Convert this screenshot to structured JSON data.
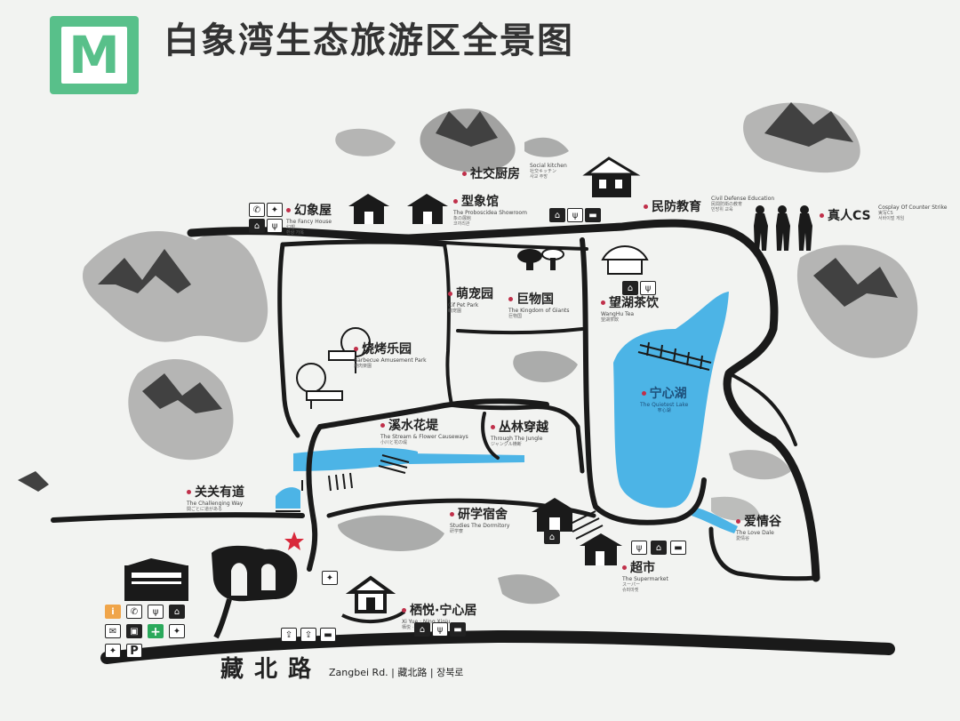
{
  "header": {
    "badge_letter": "M",
    "title": "白象湾生态旅游区全景图"
  },
  "pois": {
    "social_kitchen": {
      "zh": "社交厨房",
      "en": "Social kitchen",
      "sub": "社交キッチン",
      "sub2": "사교 주방"
    },
    "fantasy_house": {
      "zh": "幻象屋",
      "en": "The Fancy House",
      "sub": "幻想",
      "sub2": "환상 가옥"
    },
    "elephant_hall": {
      "zh": "型象馆",
      "en": "The Proboscidea Showroom",
      "sub": "象の展館",
      "sub2": "코끼리관"
    },
    "civil_defense": {
      "zh": "民防教育",
      "en": "Civil Defense Education",
      "sub": "民間防衛の教育",
      "sub2": "민방위 교육"
    },
    "cs": {
      "zh": "真人CS",
      "en": "Cosplay Of Counter Strike",
      "sub": "実写CS",
      "sub2": "서바이벌 게임"
    },
    "pet_park": {
      "zh": "萌宠园",
      "en": "Cif Pet Park",
      "sub": "萌宠園",
      "sub2": ""
    },
    "giants": {
      "zh": "巨物国",
      "en": "The Kingdom of Giants",
      "sub": "巨物国",
      "sub2": ""
    },
    "tea": {
      "zh": "望湖茶饮",
      "en": "WangHu Tea",
      "sub": "望湖茶飲",
      "sub2": ""
    },
    "bbq": {
      "zh": "烧烤乐园",
      "en": "Barbecue Amusement Park",
      "sub": "焼肉楽園",
      "sub2": ""
    },
    "lake": {
      "zh": "宁心湖",
      "en": "The Quietest Lake",
      "sub": "寧心湖",
      "sub2": ""
    },
    "flower_dike": {
      "zh": "溪水花堤",
      "en": "The Stream & Flower Causeways",
      "sub": "小川と花の堤",
      "sub2": ""
    },
    "jungle": {
      "zh": "丛林穿越",
      "en": "Through The Jungle",
      "sub": "ジャングル横断",
      "sub2": ""
    },
    "challenging_way": {
      "zh": "关关有道",
      "en": "The Challenging Way",
      "sub": "関ごとに道がある",
      "sub2": ""
    },
    "dormitory": {
      "zh": "研学宿舍",
      "en": "Studies The Dormitory",
      "sub": "研学寮",
      "sub2": ""
    },
    "love_dale": {
      "zh": "爱情谷",
      "en": "The Love Dale",
      "sub": "愛情谷",
      "sub2": ""
    },
    "supermarket": {
      "zh": "超市",
      "en": "The Supermarket",
      "sub": "スーパー",
      "sub2": "슈퍼마켓"
    },
    "inn": {
      "zh": "栖悦·宁心居",
      "en": "Xi Yue · Ning Xinju",
      "sub": "栖悦 · 寧心居",
      "sub2": ""
    }
  },
  "road": {
    "zh": "藏北路",
    "en": "Zangbei Rd. | 藏北路 | 장북로"
  },
  "legend": {
    "info": "i",
    "phone": "✆",
    "mail": "✉",
    "first_aid": "+",
    "parking": "P",
    "toilet": "🚻",
    "bus": "🚌"
  },
  "colors": {
    "badge": "#58c08a",
    "lake": "#4cb4e6",
    "road": "#1a1a1a",
    "marker": "#d8283a",
    "poi_dot": "#c0304a"
  },
  "icons": [
    "phone-icon",
    "toilet-icon",
    "restaurant-icon",
    "shop-icon",
    "bed-icon",
    "info-icon",
    "parking-icon",
    "first-aid-icon",
    "mail-icon",
    "bus-icon",
    "upload-icon",
    "you-are-here-icon"
  ]
}
